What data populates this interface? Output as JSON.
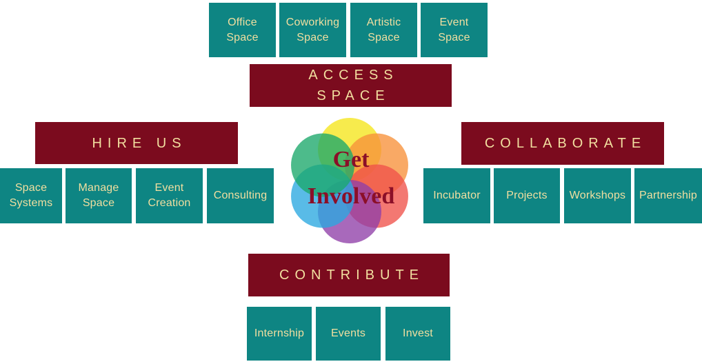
{
  "center": {
    "line1": "Get",
    "line2": "Involved"
  },
  "access_space": {
    "title": "ACCESS\nSPACE",
    "items": [
      "Office\nSpace",
      "Coworking\nSpace",
      "Artistic\nSpace",
      "Event\nSpace"
    ]
  },
  "hire_us": {
    "title": "HIRE US",
    "items": [
      "Space\nSystems",
      "Manage\nSpace",
      "Event\nCreation",
      "Consulting"
    ]
  },
  "collaborate": {
    "title": "COLLABORATE",
    "items": [
      "Incubator",
      "Projects",
      "Workshops",
      "Partnership"
    ]
  },
  "contribute": {
    "title": "CONTRIBUTE",
    "items": [
      "Internship",
      "Events",
      "Invest"
    ]
  },
  "colors": {
    "tile": "#0e8583",
    "header": "#7b0b1e",
    "text": "#f2dfa0",
    "center_text": "#8b0f28",
    "petals": [
      "#f5e51b",
      "#f7913a",
      "#f0524a",
      "#8f3fa8",
      "#2aa8e0",
      "#1ba86a"
    ]
  }
}
